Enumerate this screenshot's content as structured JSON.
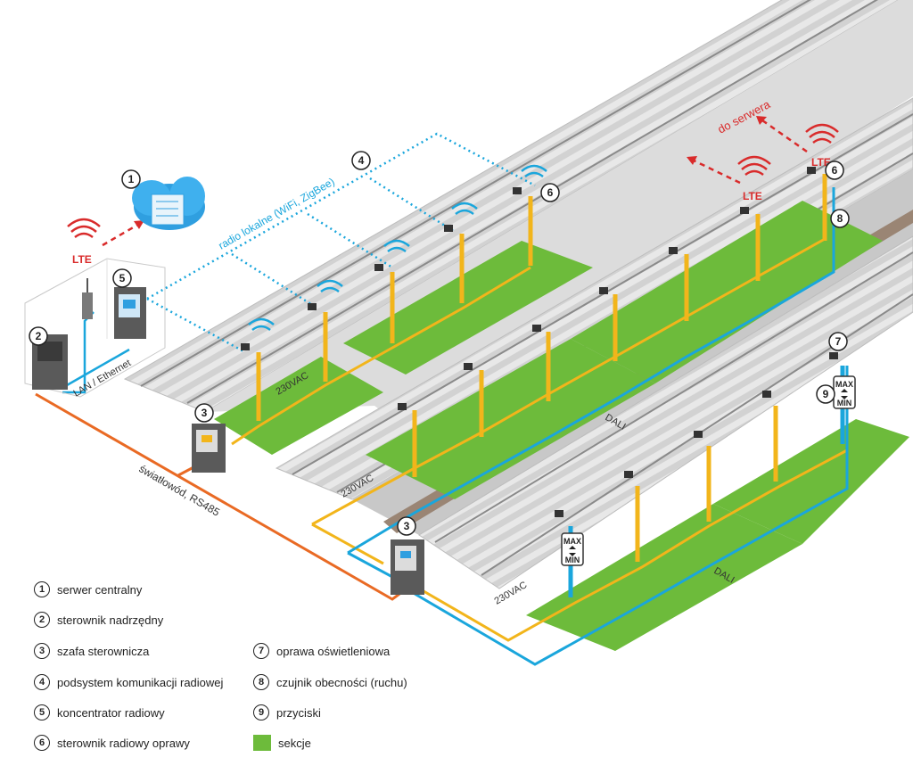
{
  "labels": {
    "lte": "LTE",
    "do_serwera": "do serwera",
    "radio": "radio lokalne (WiFi, ZigBee)",
    "lan": "LAN / Ethernet",
    "fiber": "światłowód, RS485",
    "vac": "230VAC",
    "dali": "DALI",
    "max": "MAX",
    "min": "MIN"
  },
  "callouts": [
    "1",
    "2",
    "3",
    "4",
    "5",
    "6",
    "7",
    "8",
    "9"
  ],
  "legend": {
    "left": [
      {
        "num": "1",
        "text": "serwer centralny"
      },
      {
        "num": "2",
        "text": "sterownik nadrzędny"
      },
      {
        "num": "3",
        "text": "szafa sterownicza"
      },
      {
        "num": "4",
        "text": "podsystem komunikacji radiowej"
      },
      {
        "num": "5",
        "text": "koncentrator radiowy"
      },
      {
        "num": "6",
        "text": "sterownik radiowy oprawy"
      }
    ],
    "right": [
      {
        "num": "7",
        "text": "oprawa oświetleniowa"
      },
      {
        "num": "8",
        "text": "czujnik obecności (ruchu)"
      },
      {
        "num": "9",
        "text": "przyciski"
      },
      {
        "num": "",
        "text": "sekcje"
      }
    ]
  },
  "colors": {
    "section": "#6dbb3b",
    "dali": "#1aa6dc",
    "vac": "#f2b51b",
    "fiber": "#e96a24",
    "lte": "#d92b2b",
    "platform": "#c9c9c9"
  }
}
